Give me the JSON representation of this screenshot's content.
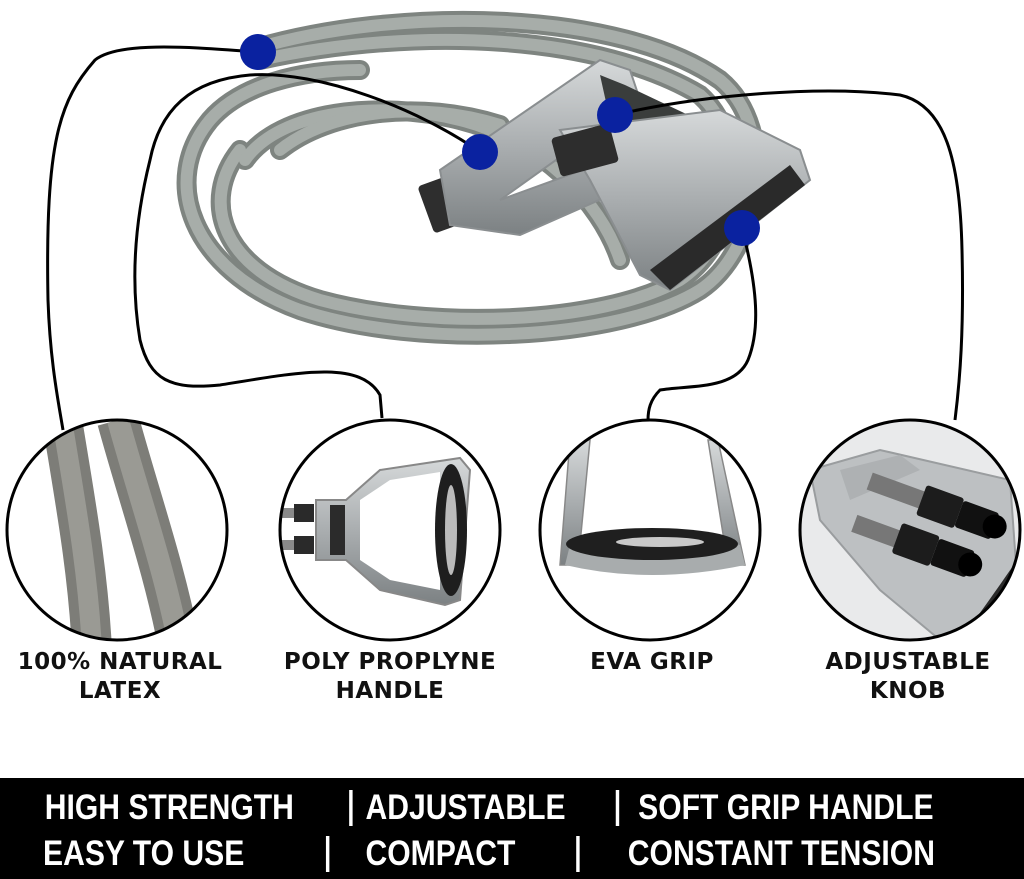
{
  "callouts": [
    {
      "id": "latex",
      "line1": "100% NATURAL",
      "line2": "LATEX"
    },
    {
      "id": "handle",
      "line1": "POLY PROPLYNE",
      "line2": "HANDLE"
    },
    {
      "id": "grip",
      "line1": "EVA GRIP",
      "line2": ""
    },
    {
      "id": "knob",
      "line1": "ADJUSTABLE",
      "line2": "KNOB"
    }
  ],
  "banner": {
    "row1": [
      "HIGH STRENGTH",
      "ADJUSTABLE",
      "SOFT GRIP HANDLE"
    ],
    "row2": [
      "EASY TO USE",
      "COMPACT",
      "CONSTANT TENSION"
    ],
    "separator": "|"
  },
  "colors": {
    "marker_dot": "#0a22a0",
    "tube_gray": "#9aa09c",
    "handle_silver": "#b8bcbe",
    "grip_black": "#2a2a2a",
    "banner_bg": "#000000",
    "banner_text": "#ffffff"
  }
}
